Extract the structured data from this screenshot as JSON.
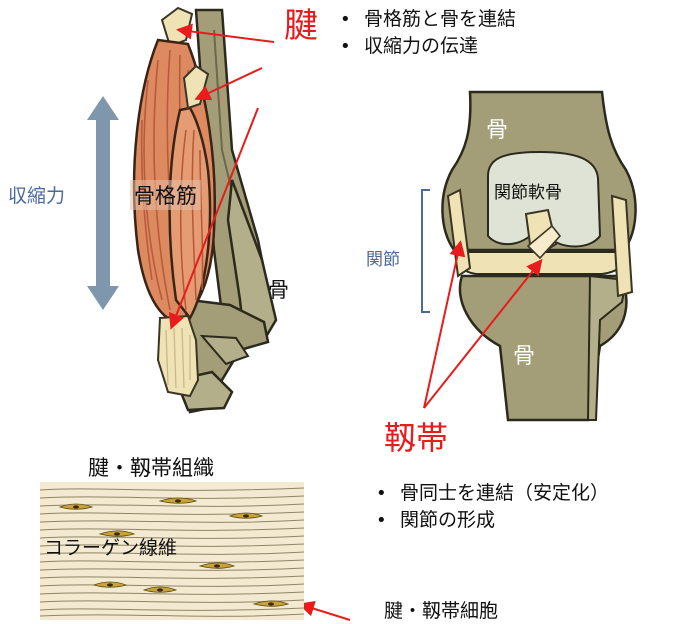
{
  "tendon": {
    "title": "腱",
    "bullets": [
      "骨格筋と骨を連結",
      "収縮力の伝達"
    ]
  },
  "arm": {
    "contraction_label": "収縮力",
    "muscle_label": "骨格筋",
    "bone_label": "骨"
  },
  "knee": {
    "bone_top": "骨",
    "bone_bottom": "骨",
    "cartilage_label": "関節軟骨",
    "joint_label": "関節"
  },
  "ligament": {
    "title": "靱帯",
    "bullets": [
      "骨同士を連結（安定化）",
      "関節の形成"
    ]
  },
  "tissue": {
    "title": "腱・靱帯組織",
    "fiber_label": "コラーゲン線維",
    "cell_label": "腱・靱帯細胞"
  },
  "colors": {
    "accent_red": "#e81c1c",
    "arrow_blue": "#7f97ad",
    "bone": "#a39e78",
    "muscle": "#dd8a60",
    "cartilage": "#dfe3d5",
    "tendon": "#efe3b5"
  }
}
